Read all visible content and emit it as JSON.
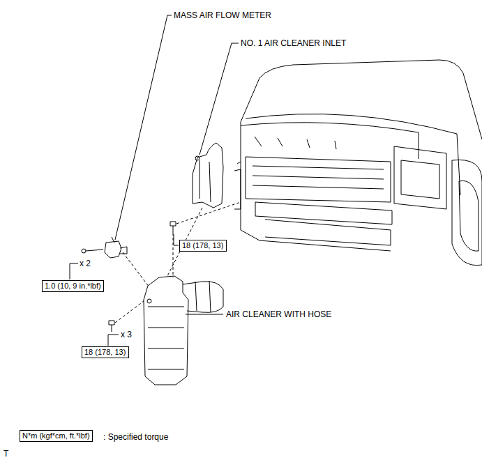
{
  "diagram": {
    "nodes": [
      {
        "text": [
          "18 (178, 13)"
        ]
      },
      {
        "text": [
          "1.0 (10, 9 in.*lbf)"
        ]
      },
      {
        "text": [
          "18 (178, 13)"
        ]
      },
      {
        "text": [
          "N*m (kgf*cm, ft.*lbf)"
        ]
      }
    ],
    "labels": [
      "MASS AIR FLOW METER",
      "NO. 1 AIR CLEANER INLET",
      "AIR CLEANER WITH HOSE",
      "x 2",
      "x 3",
      ": Specified torque",
      "T"
    ]
  }
}
